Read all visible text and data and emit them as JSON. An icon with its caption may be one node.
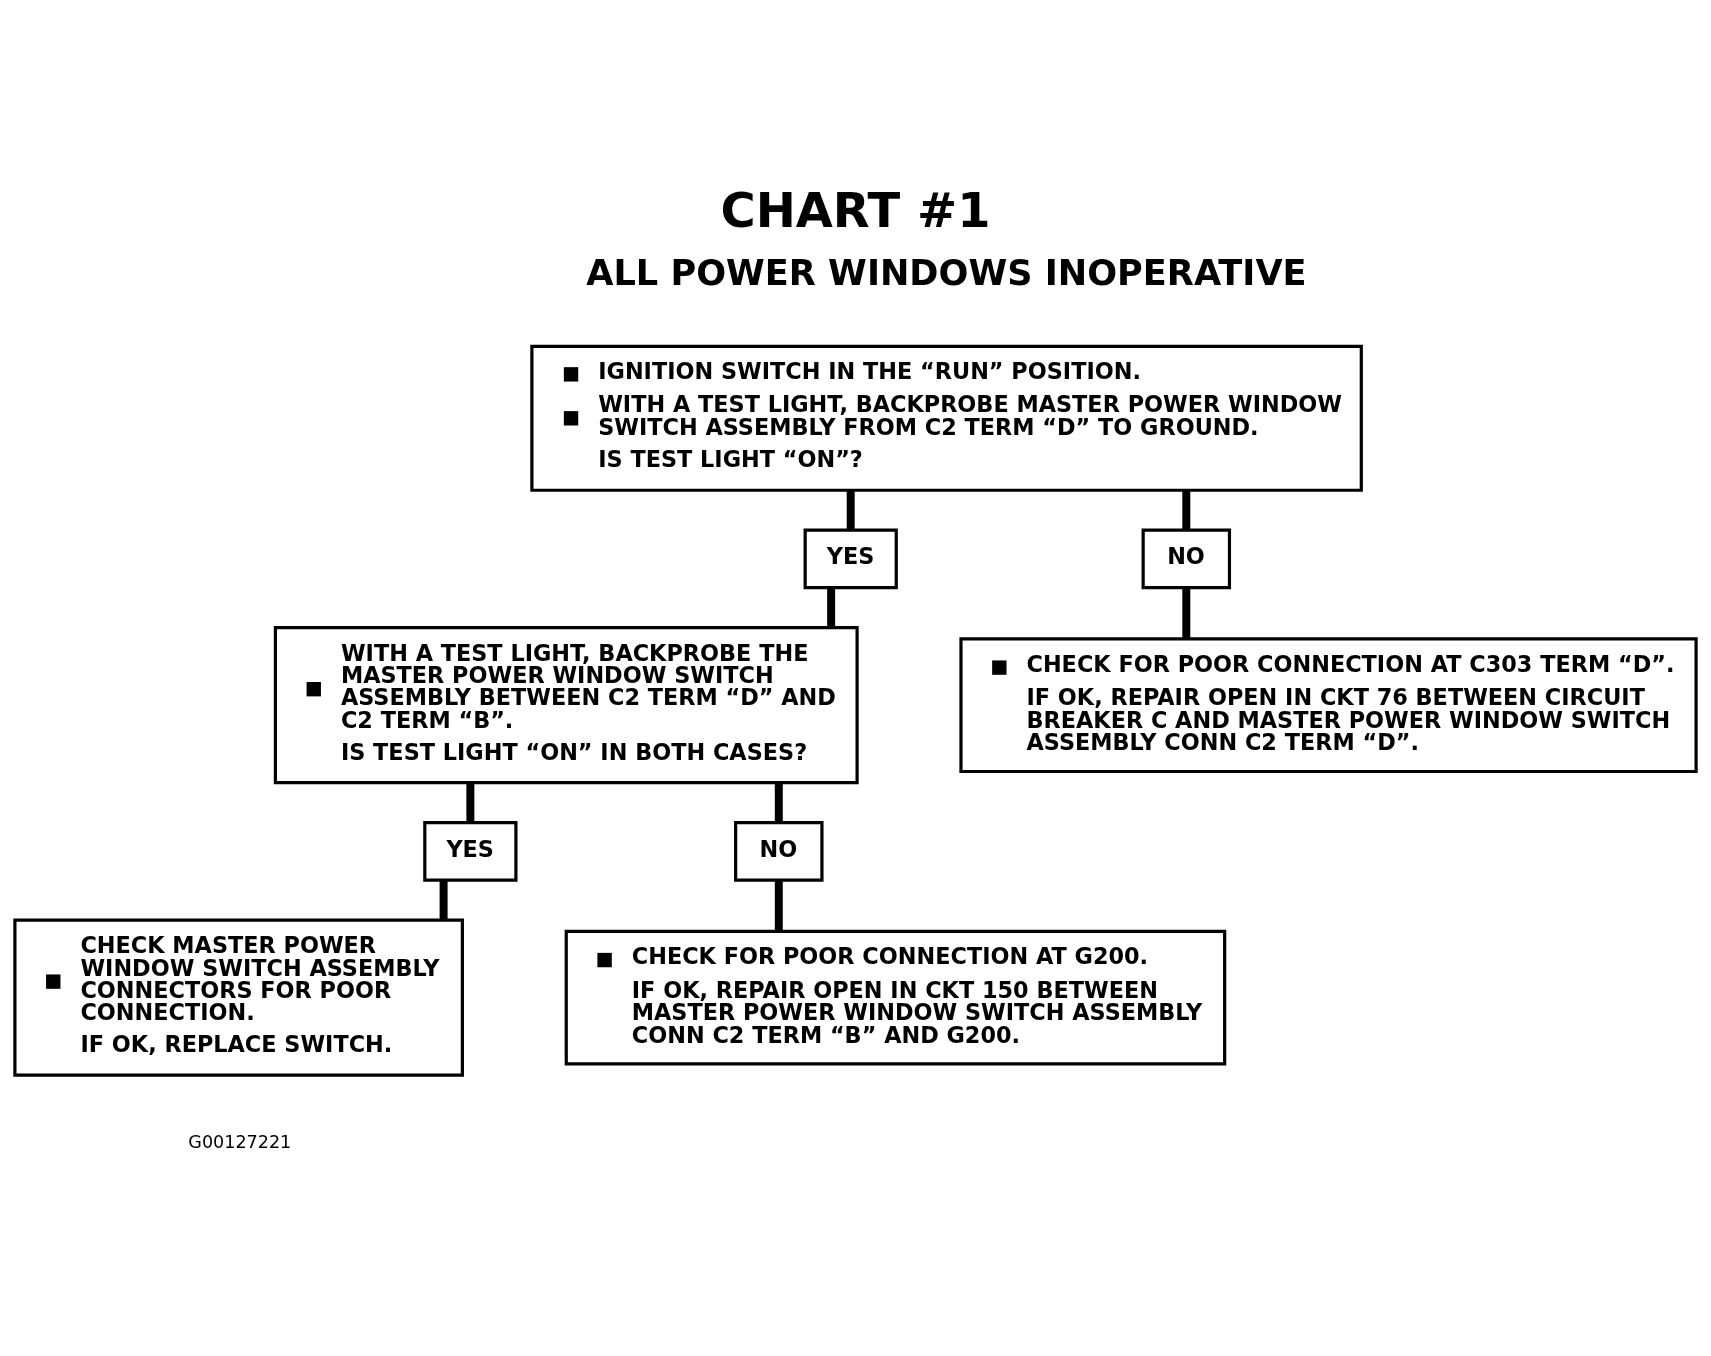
{
  "diagram": {
    "title": "CHART #1",
    "nodes": [
      {
        "text": [
          "IGNITION SWITCH IN THE “RUN” POSITION.",
          "WITH A TEST LIGHT, BACKPROBE MASTER POWER WINDOW SWITCH ASSEMBLY FROM C2 TERM “D” TO GROUND.",
          "IS TEST LIGHT “ON”?"
        ]
      },
      {
        "text": [
          "YES"
        ]
      },
      {
        "text": [
          "NO"
        ]
      },
      {
        "text": [
          "WITH A TEST LIGHT, BACKPROBE THE MASTER POWER WINDOW SWITCH ASSEMBLY BETWEEN C2 TERM “D” AND C2 TERM “B”.",
          "IS TEST LIGHT “ON” IN BOTH CASES?"
        ]
      },
      {
        "text": [
          "CHECK FOR POOR CONNECTION AT C303 TERM “D”.",
          "IF OK, REPAIR OPEN IN CKT 76 BETWEEN CIRCUIT BREAKER C AND MASTER POWER WINDOW SWITCH ASSEMBLY CONN C2 TERM “D”."
        ]
      },
      {
        "text": [
          "YES"
        ]
      },
      {
        "text": [
          "NO"
        ]
      },
      {
        "text": [
          "CHECK MASTER POWER WINDOW SWITCH ASSEMBLY CONNECTORS FOR POOR CONNECTION.",
          "IF OK, REPLACE SWITCH."
        ]
      },
      {
        "text": [
          "CHECK FOR POOR CONNECTION AT G200.",
          "IF OK, REPAIR OPEN IN CKT 150 BETWEEN MASTER POWER WINDOW SWITCH ASSEMBLY CONN C2 TERM “B” AND G200."
        ]
      }
    ],
    "edges": [
      {
        "from": 0,
        "to": 1,
        "arrow": "none"
      },
      {
        "from": 0,
        "to": 2,
        "arrow": "none"
      },
      {
        "from": 1,
        "to": 3,
        "arrow": "none"
      },
      {
        "from": 2,
        "to": 4,
        "arrow": "none"
      },
      {
        "from": 3,
        "to": 5,
        "arrow": "none"
      },
      {
        "from": 3,
        "to": 6,
        "arrow": "none"
      },
      {
        "from": 5,
        "to": 7,
        "arrow": "none"
      },
      {
        "from": 6,
        "to": 8,
        "arrow": "none"
      }
    ],
    "labels": [
      "ALL POWER WINDOWS INOPERATIVE",
      "G00127221"
    ]
  }
}
